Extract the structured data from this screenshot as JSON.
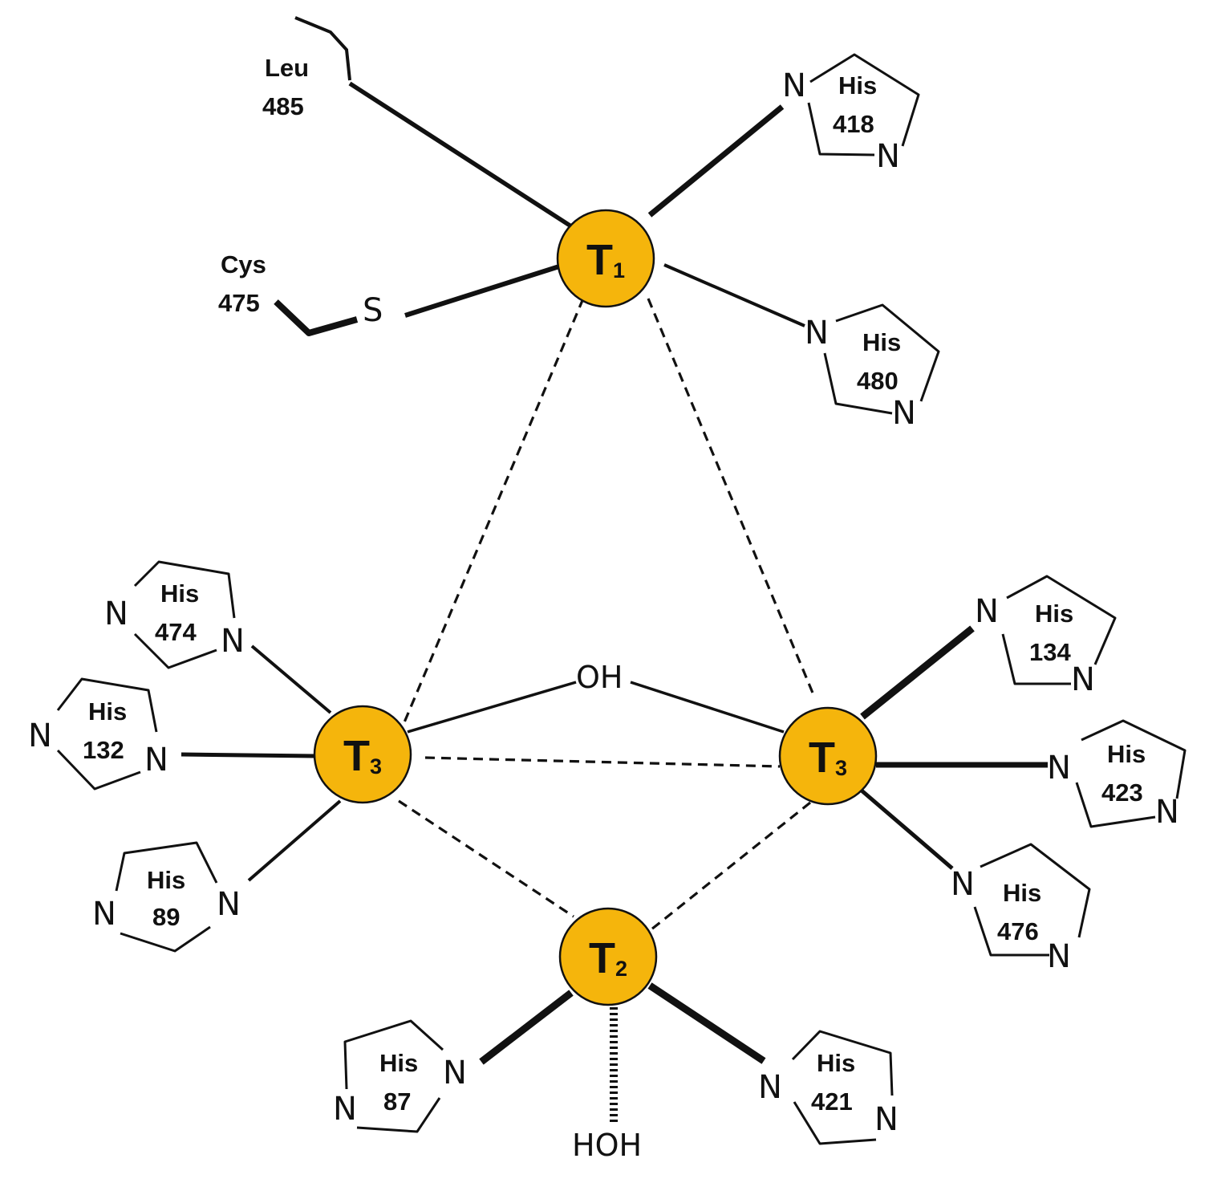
{
  "colors": {
    "copper_fill": "#f5b50c",
    "ink": "#111111",
    "background": "#ffffff"
  },
  "copper_sites": {
    "t1": {
      "main": "T",
      "sub": "1"
    },
    "t2": {
      "main": "T",
      "sub": "2"
    },
    "t3_left": {
      "main": "T",
      "sub": "3"
    },
    "t3_right": {
      "main": "T",
      "sub": "3"
    }
  },
  "bridges": {
    "hydroxide": "OH",
    "water": "HOH"
  },
  "residues": {
    "leu485": {
      "name": "Leu",
      "number": "485"
    },
    "cys475": {
      "name": "Cys",
      "number": "475",
      "atom": "S"
    },
    "his418": {
      "name": "His",
      "number": "418"
    },
    "his480": {
      "name": "His",
      "number": "480"
    },
    "his474": {
      "name": "His",
      "number": "474"
    },
    "his132": {
      "name": "His",
      "number": "132"
    },
    "his89": {
      "name": "His",
      "number": "89"
    },
    "his134": {
      "name": "His",
      "number": "134"
    },
    "his423": {
      "name": "His",
      "number": "423"
    },
    "his476": {
      "name": "His",
      "number": "476"
    },
    "his87": {
      "name": "His",
      "number": "87"
    },
    "his421": {
      "name": "His",
      "number": "421"
    }
  },
  "ring_atom": "N"
}
